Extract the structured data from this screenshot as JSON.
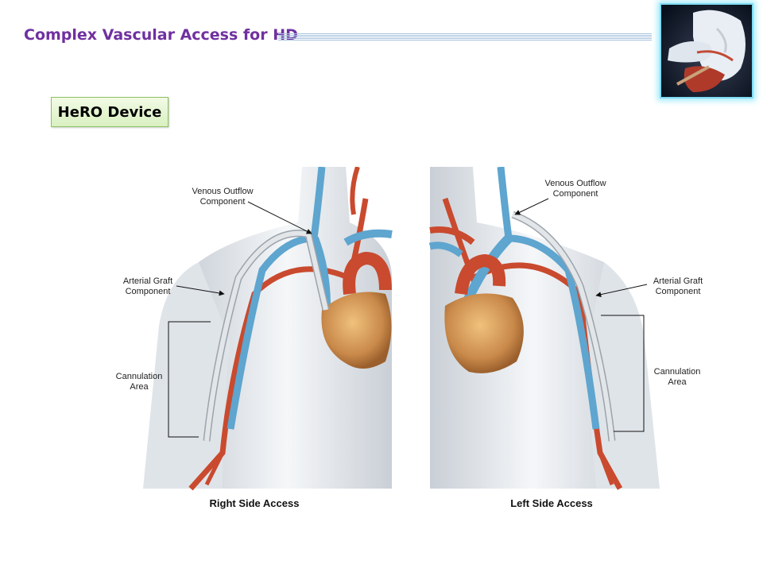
{
  "slide": {
    "title": "Complex Vascular Access for HD",
    "section_label": "HeRO Device"
  },
  "right_panel": {
    "caption": "Right Side Access",
    "labels": {
      "venous_1": "Venous Outflow",
      "venous_2": "Component",
      "arterial_1": "Arterial Graft",
      "arterial_2": "Component",
      "cannulation_1": "Cannulation",
      "cannulation_2": "Area"
    }
  },
  "left_panel": {
    "caption": "Left Side Access",
    "labels": {
      "venous_1": "Venous Outflow",
      "venous_2": "Component",
      "arterial_1": "Arterial Graft",
      "arterial_2": "Component",
      "cannulation_1": "Cannulation",
      "cannulation_2": "Area"
    }
  },
  "colors": {
    "title": "#7030a0",
    "label_box_fill": "#d9f0c0",
    "artery": "#c94a2e",
    "vein": "#5ea5cf",
    "graft": "#d6d6d6",
    "heart": "#d9a25f"
  }
}
